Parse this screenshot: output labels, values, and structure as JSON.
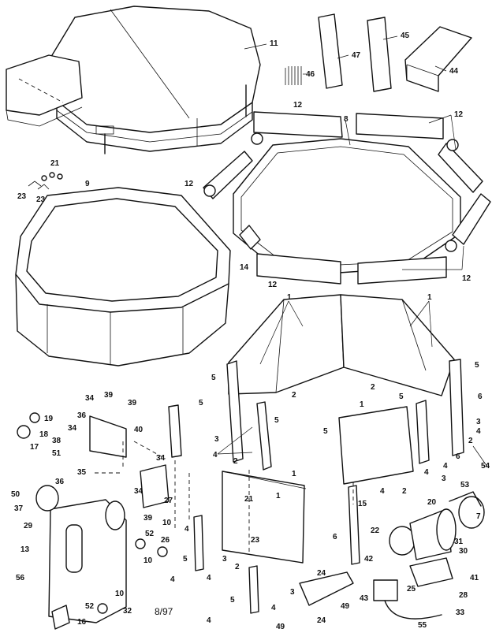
{
  "diagram": {
    "date_code": "8/97",
    "callouts": [
      {
        "label": "11"
      },
      {
        "label": "46"
      },
      {
        "label": "47"
      },
      {
        "label": "45"
      },
      {
        "label": "44"
      },
      {
        "label": "12"
      },
      {
        "label": "8"
      },
      {
        "label": "12"
      },
      {
        "label": "21"
      },
      {
        "label": "23"
      },
      {
        "label": "23"
      },
      {
        "label": "9"
      },
      {
        "label": "12"
      },
      {
        "label": "14"
      },
      {
        "label": "12"
      },
      {
        "label": "12"
      },
      {
        "label": "1"
      },
      {
        "label": "1"
      },
      {
        "label": "5"
      },
      {
        "label": "2"
      },
      {
        "label": "2"
      },
      {
        "label": "5"
      },
      {
        "label": "5"
      },
      {
        "label": "5"
      },
      {
        "label": "3"
      },
      {
        "label": "4"
      },
      {
        "label": "2"
      },
      {
        "label": "1"
      },
      {
        "label": "6"
      },
      {
        "label": "3"
      },
      {
        "label": "4"
      },
      {
        "label": "6"
      },
      {
        "label": "5"
      },
      {
        "label": "3"
      },
      {
        "label": "4"
      },
      {
        "label": "2"
      },
      {
        "label": "5"
      },
      {
        "label": "4"
      },
      {
        "label": "2"
      },
      {
        "label": "4"
      },
      {
        "label": "1"
      },
      {
        "label": "54"
      },
      {
        "label": "15"
      },
      {
        "label": "20"
      },
      {
        "label": "22"
      },
      {
        "label": "53"
      },
      {
        "label": "7"
      },
      {
        "label": "31"
      },
      {
        "label": "30"
      },
      {
        "label": "6"
      },
      {
        "label": "42"
      },
      {
        "label": "25"
      },
      {
        "label": "41"
      },
      {
        "label": "28"
      },
      {
        "label": "43"
      },
      {
        "label": "33"
      },
      {
        "label": "55"
      },
      {
        "label": "49"
      },
      {
        "label": "24"
      },
      {
        "label": "24"
      },
      {
        "label": "49"
      },
      {
        "label": "21"
      },
      {
        "label": "23"
      },
      {
        "label": "1"
      },
      {
        "label": "34"
      },
      {
        "label": "39"
      },
      {
        "label": "39"
      },
      {
        "label": "19"
      },
      {
        "label": "36"
      },
      {
        "label": "40"
      },
      {
        "label": "34"
      },
      {
        "label": "18"
      },
      {
        "label": "17"
      },
      {
        "label": "38"
      },
      {
        "label": "51"
      },
      {
        "label": "34"
      },
      {
        "label": "35"
      },
      {
        "label": "36"
      },
      {
        "label": "34"
      },
      {
        "label": "27"
      },
      {
        "label": "50"
      },
      {
        "label": "37"
      },
      {
        "label": "29"
      },
      {
        "label": "39"
      },
      {
        "label": "10"
      },
      {
        "label": "13"
      },
      {
        "label": "52"
      },
      {
        "label": "26"
      },
      {
        "label": "10"
      },
      {
        "label": "56"
      },
      {
        "label": "10"
      },
      {
        "label": "52"
      },
      {
        "label": "32"
      },
      {
        "label": "16"
      },
      {
        "label": "4"
      },
      {
        "label": "5"
      },
      {
        "label": "4"
      },
      {
        "label": "4"
      },
      {
        "label": "2"
      },
      {
        "label": "3"
      },
      {
        "label": "5"
      },
      {
        "label": "4"
      },
      {
        "label": "3"
      },
      {
        "label": "4"
      }
    ]
  }
}
